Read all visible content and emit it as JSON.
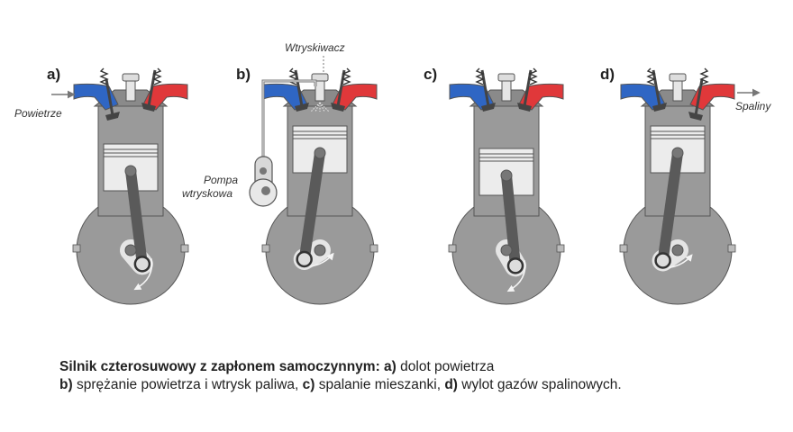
{
  "stages": [
    {
      "id": "a",
      "label": "a)"
    },
    {
      "id": "b",
      "label": "b)"
    },
    {
      "id": "c",
      "label": "c)"
    },
    {
      "id": "d",
      "label": "d)"
    }
  ],
  "labels": {
    "air": "Powietrze",
    "injector": "Wtryskiwacz",
    "pump_line1": "Pompa",
    "pump_line2": "wtryskowa",
    "exhaust": "Spaliny"
  },
  "caption": {
    "line1_bold": "Silnik czterosuwowy z zapłonem samoczynnym: a)",
    "line1_rest": " dolot powietrza",
    "line2_b": "b)",
    "line2_b_text": " sprężanie powietrza i wtrysk paliwa, ",
    "line2_c": "c)",
    "line2_c_text": " spalanie mieszanki, ",
    "line2_d": "d)",
    "line2_d_text": " wylot gazów spalinowych."
  },
  "colors": {
    "body": "#9a9a9a",
    "outline": "#555555",
    "intake": "#2f66c4",
    "exhaust": "#e0383a",
    "piston": "#ececec",
    "rod": "#5a5a5a"
  },
  "icons": [
    "intake-port-icon",
    "exhaust-port-icon",
    "valve-spring-icon",
    "injector-icon",
    "piston-icon",
    "connecting-rod-icon",
    "crank-icon",
    "rotation-arrow-icon",
    "fuel-pump-icon"
  ]
}
